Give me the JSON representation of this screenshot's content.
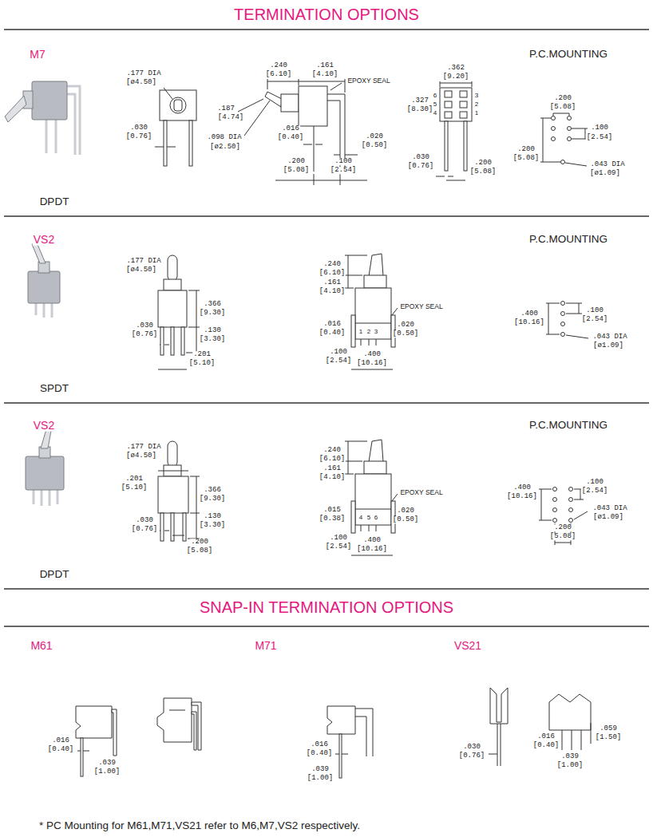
{
  "diagram": {
    "title": "TERMINATION OPTIONS",
    "labels": [
      "M7",
      "DPDT",
      "P.C.MOUNTING",
      ".177 DIA",
      "[ø4.50]",
      ".030",
      "[0.76]",
      ".240",
      "[6.10]",
      ".161",
      "[4.10]",
      "EPOXY SEAL",
      ".187",
      "[4.74]",
      ".098 DIA",
      "[ø2.50]",
      ".016",
      "[0.40]",
      ".020",
      "[0.50]",
      ".200",
      "[5.08]",
      ".100",
      "[2.54]",
      ".362",
      "[9.20]",
      ".327",
      "[8.30]",
      "6",
      "5",
      "4",
      "3",
      "2",
      "1",
      ".030",
      "[0.76]",
      ".200",
      "[5.08]",
      ".200",
      "[5.08]",
      ".100",
      "[2.54]",
      ".200",
      "[5.08]",
      ".043 DIA",
      "[ø1.09]",
      "VS2",
      "SPDT",
      "P.C.MOUNTING",
      ".177 DIA",
      "[ø4.50]",
      ".366",
      "[9.30]",
      ".130",
      "[3.30]",
      ".030",
      "[0.76]",
      ".201",
      "[5.10]",
      ".240",
      "[6.10]",
      ".161",
      "[4.10]",
      "EPOXY SEAL",
      ".016",
      "[0.40]",
      "1",
      "2",
      "3",
      ".020",
      "[0.50]",
      ".100",
      "[2.54]",
      ".400",
      "[10.16]",
      ".400",
      "[10.16]",
      ".100",
      "[2.54]",
      ".043 DIA",
      "[ø1.09]",
      "VS2",
      "DPDT",
      "P.C.MOUNTING",
      ".177 DIA",
      "[ø4.50]",
      ".201",
      "[5.10]",
      ".366",
      "[9.30]",
      ".130",
      "[3.30]",
      ".030",
      "[0.76]",
      ".200",
      "[5.08]",
      ".240",
      "[6.10]",
      ".161",
      "[4.10]",
      "EPOXY SEAL",
      ".015",
      "[0.38]",
      "4",
      "5",
      "6",
      ".020",
      "[0.50]",
      ".100",
      "[2.54]",
      ".400",
      "[10.16]",
      ".400",
      "[10.16]",
      ".100",
      "[2.54]",
      ".043 DIA",
      "[ø1.09]",
      ".200",
      "[5.08]",
      "SNAP-IN TERMINATION OPTIONS",
      "M61",
      ".016",
      "[0.40]",
      ".039",
      "[1.00]",
      "M71",
      ".016",
      "[0.40]",
      ".039",
      "[1.00]",
      "VS21",
      ".030",
      "[0.76]",
      ".016",
      "[0.40]",
      ".059",
      "[1.50]",
      ".039",
      "[1.00]",
      "* PC Mounting for M61,M71,VS21 refer to M6,M7,VS2 respectively."
    ]
  }
}
